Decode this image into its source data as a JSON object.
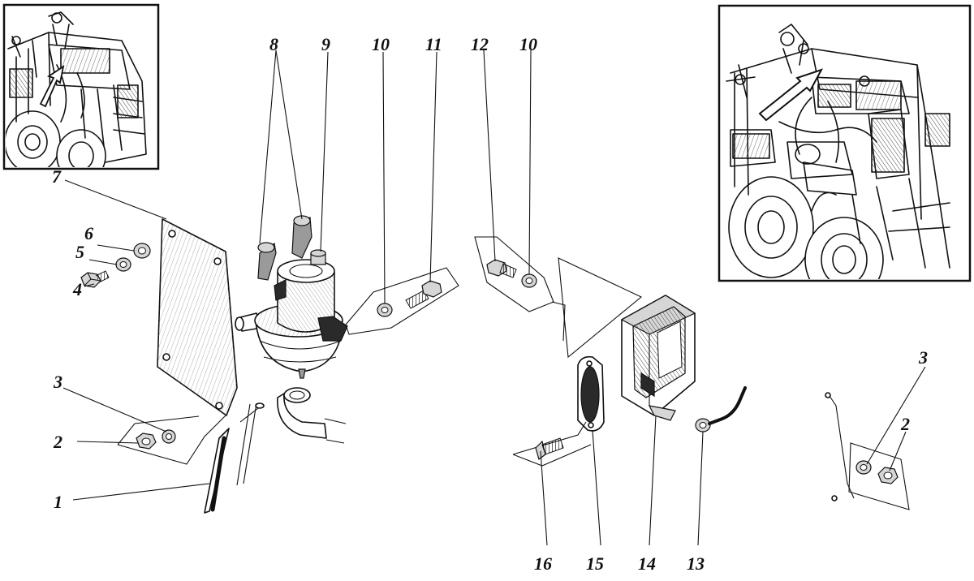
{
  "diagram": {
    "callouts": [
      {
        "id": "c1",
        "label": "1"
      },
      {
        "id": "c2a",
        "label": "2"
      },
      {
        "id": "c3a",
        "label": "3"
      },
      {
        "id": "c4",
        "label": "4"
      },
      {
        "id": "c5",
        "label": "5"
      },
      {
        "id": "c6",
        "label": "6"
      },
      {
        "id": "c7",
        "label": "7"
      },
      {
        "id": "c8",
        "label": "8"
      },
      {
        "id": "c9",
        "label": "9"
      },
      {
        "id": "c10a",
        "label": "10"
      },
      {
        "id": "c11",
        "label": "11"
      },
      {
        "id": "c12",
        "label": "12"
      },
      {
        "id": "c10b",
        "label": "10"
      },
      {
        "id": "c13",
        "label": "13"
      },
      {
        "id": "c14",
        "label": "14"
      },
      {
        "id": "c15",
        "label": "15"
      },
      {
        "id": "c16",
        "label": "16"
      },
      {
        "id": "c3b",
        "label": "3"
      },
      {
        "id": "c2b",
        "label": "2"
      }
    ]
  }
}
